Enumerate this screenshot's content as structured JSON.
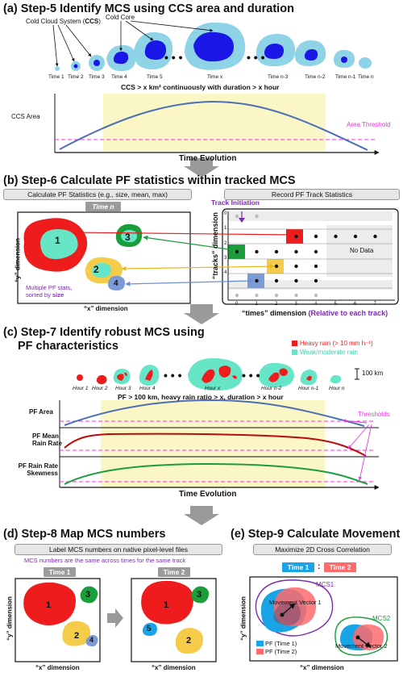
{
  "sec_a": {
    "title": "(a) Step-5 Identify MCS using CCS area and duration",
    "ccs_label": "Cold Cloud System (",
    "ccs_abbr": "CCS",
    "ccs_close": ")",
    "cold_core": "Cold Core",
    "time_labels": [
      "Time 1",
      "Time 2",
      "Time 3",
      "Time 4",
      "Time 5",
      "Time x",
      "Time n-3",
      "Time n-2",
      "Time n-1",
      "Time n"
    ],
    "criterion": "CCS > x km² continuously with duration > x hour",
    "ylabel": "CCS Area",
    "threshold_label": "Area Threshold",
    "xlabel": "Time Evolution"
  },
  "sec_b": {
    "title": "(b) Step-6 Calculate PF statistics within tracked MCS",
    "left_pill": "Calculate PF Statistics (e.g., size, mean, max)",
    "right_pill": "Record PF Track Statistics",
    "time_tag": "Time n",
    "pf_numbers": [
      "1",
      "2",
      "3",
      "4"
    ],
    "pf_stats_line1": "Multiple PF stats,",
    "pf_stats_line2_pre": "sorted by ",
    "pf_stats_line2_bold": "size",
    "y_dim": "“y” dimension",
    "x_dim": "“x” dimension",
    "track_init": "Track Initiation",
    "tracks_dim": "“tracks” dimension",
    "row_ticks": [
      "0",
      "1",
      "2",
      "3",
      "4"
    ],
    "col_ticks": [
      "0",
      "1",
      "2",
      "3",
      "4",
      "5",
      "6",
      "7"
    ],
    "no_data": "No Data",
    "times_dim": "“times” dimension",
    "times_rel": "(Relative to each track)"
  },
  "sec_c": {
    "title_line1": "(c) Step-7 Identify robust MCS using",
    "title_line2": "PF characteristics",
    "legend_heavy": "Heavy rain (> 10 mm h⁻¹)",
    "legend_weak": "Weak/moderate rain",
    "scale": "100 km",
    "hour_labels": [
      "Hour 1",
      "Hour 2",
      "Hour 3",
      "Hour 4",
      "Hour x",
      "Hour n-2",
      "Hour n-1",
      "Hour n"
    ],
    "criterion": "PF > 100 km, heavy rain ratio > x, duration > x hour",
    "y1": "PF Area",
    "y2a": "PF Mean",
    "y2b": "Rain Rate",
    "y3a": "PF Rain Rate",
    "y3b": "Skewness",
    "thresholds": "Thresholds",
    "xlabel": "Time Evolution"
  },
  "sec_d": {
    "title": "(d) Step-8 Map MCS numbers",
    "pill": "Label MCS numbers on native pixel-level files",
    "note": "MCS numbers are the same across times for the same track",
    "time1": "Time 1",
    "time2": "Time 2",
    "left_numbers": [
      "1",
      "3",
      "2",
      "4"
    ],
    "right_numbers": [
      "1",
      "3",
      "5",
      "2"
    ],
    "y_dim": "“y” dimension",
    "x_dim": "“x” dimension"
  },
  "sec_e": {
    "title": "(e) Step-9 Calculate Movement",
    "pill": "Maximize 2D Cross Correlation",
    "time1": "Time 1",
    "colon": ":",
    "time2": "Time 2",
    "mcs1": "MCS1",
    "mcs2": "MCS2",
    "vec1": "Movement Vector 1",
    "vec2": "Movement Vector 2",
    "legend1": "PF (Time 1)",
    "legend2": "PF (Time 2)",
    "y_dim": "“y” dimension",
    "x_dim": "“x” dimension"
  },
  "colors": {
    "ccs": "#8fd3e6",
    "core": "#1a17e6",
    "red": "#ee1c1c",
    "mint": "#66e6c6",
    "green": "#1a9e3c",
    "yellow": "#f5cc4a",
    "blue_pf": "#7b9bd6",
    "curve_blue": "#4a6fb5",
    "curve_red": "#bb0a0a",
    "threshold": "#e83ad8",
    "arrow_gray": "#9a9a9a",
    "shade": "#fbf6c6",
    "purple": "#7a2bb0"
  }
}
